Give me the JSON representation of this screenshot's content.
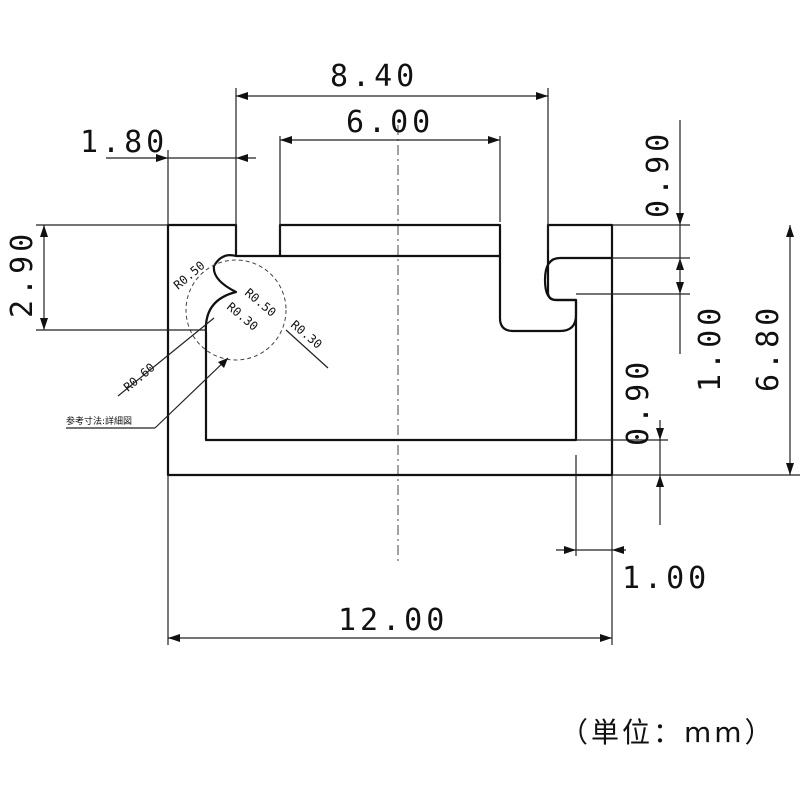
{
  "dimensions": {
    "overall_width": "12.00",
    "slot_outer_width": "8.40",
    "slot_inner_width": "6.00",
    "left_offset": "1.80",
    "top_thickness": "0.90",
    "lip_height": "1.00",
    "overall_height": "6.80",
    "inner_depth": "2.90",
    "wall_thickness_bottom": "0.90",
    "wall_thickness_side": "1.00"
  },
  "radii": {
    "r1": "R0.50",
    "r2": "R0.50",
    "r3": "R0.30",
    "r4": "R0.30",
    "r5": "R0.60"
  },
  "detail_note": "参考寸法:詳細図",
  "unit_label": "（単位：mm）"
}
